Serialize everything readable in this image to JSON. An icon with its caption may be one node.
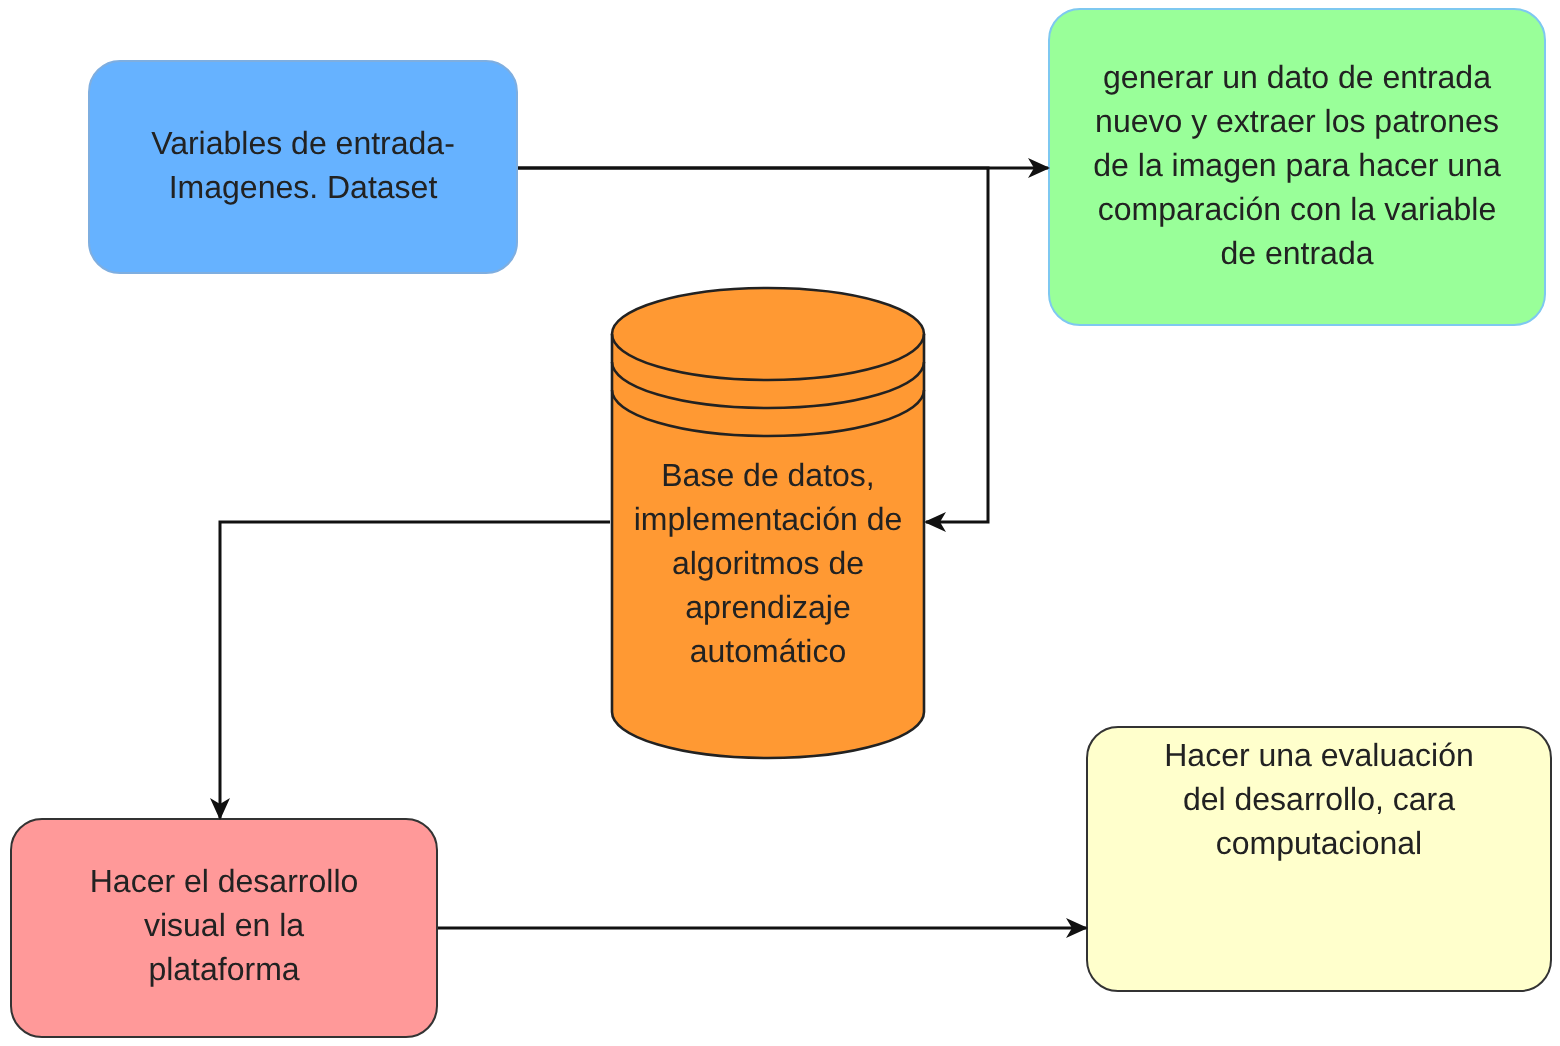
{
  "diagram": {
    "nodes": [
      {
        "text": [
          "Variables de entrada- Imagenes. Dataset"
        ]
      },
      {
        "text": [
          "generar un dato de entrada nuevo  y extraer los patrones de la imagen para  hacer una comparación con la variable de entrada"
        ]
      },
      {
        "text": [
          "Base de datos, implementación de algoritmos de aprendizaje automático"
        ]
      },
      {
        "text": [
          "Hacer el desarrollo visual en la plataforma"
        ]
      },
      {
        "text": [
          "Hacer una evaluación del desarrollo, cara computacional"
        ]
      }
    ],
    "edges": [
      {
        "from": 0,
        "to": 1,
        "arrow": "to"
      },
      {
        "from": 0,
        "to": 2,
        "arrow": "to"
      },
      {
        "from": 2,
        "to": 3,
        "arrow": "to"
      },
      {
        "from": 3,
        "to": 4,
        "arrow": "to"
      }
    ]
  }
}
